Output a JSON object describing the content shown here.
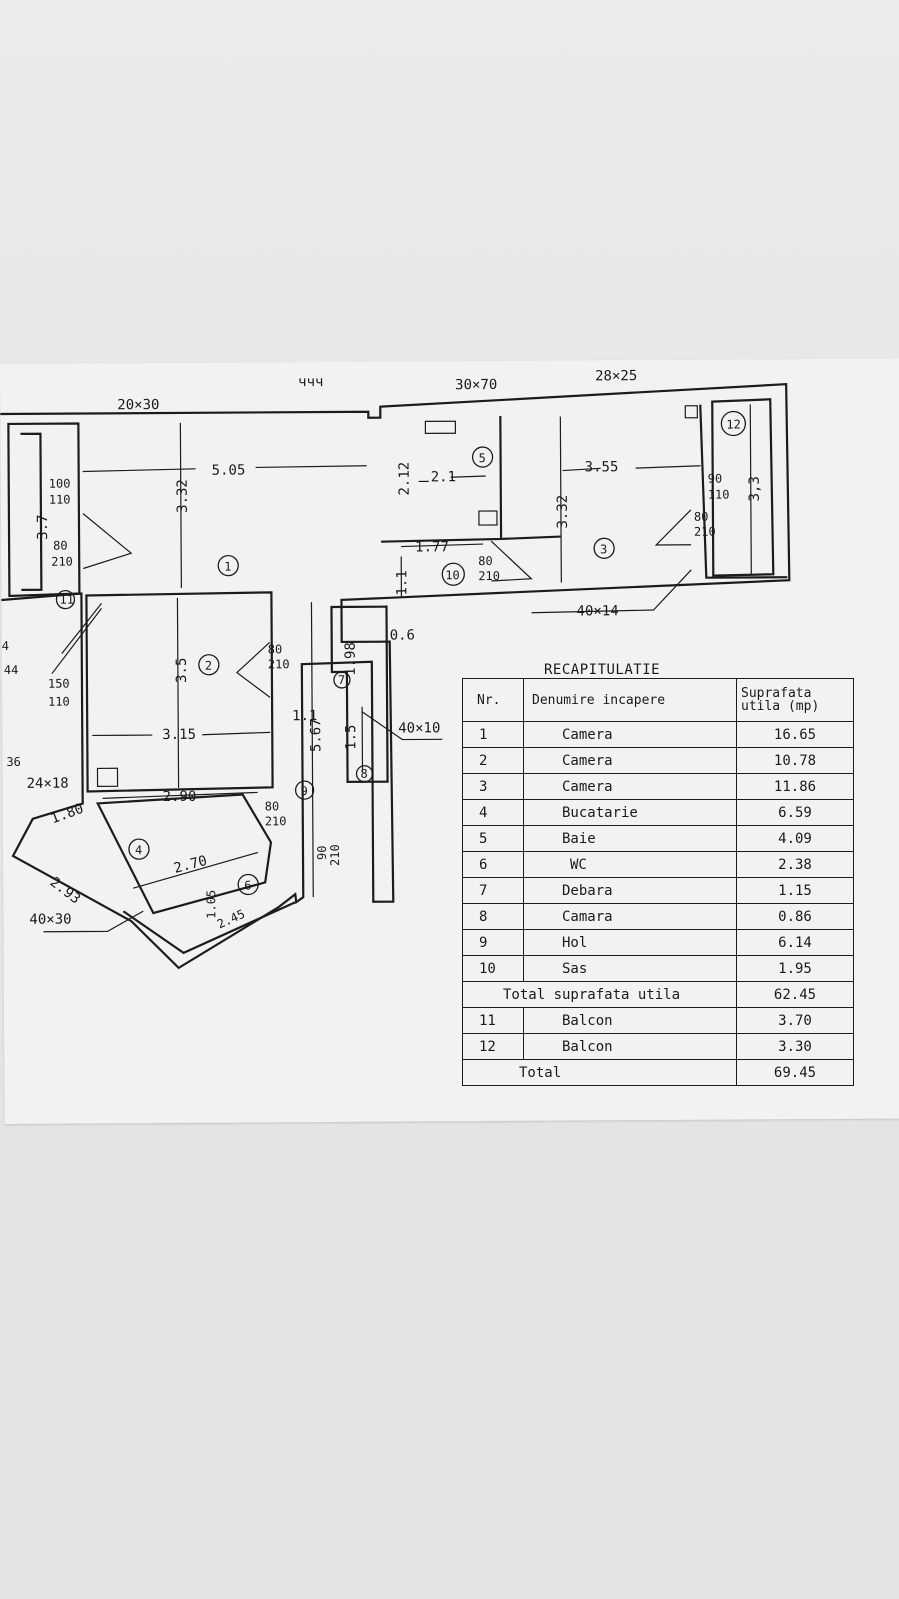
{
  "scribble": "ччч",
  "annotations": {
    "a20x30": "20×30",
    "a30x70": "30×70",
    "a28x25": "28×25",
    "a40x14": "40×14",
    "a40x10": "40×10",
    "a24x18": "24×18",
    "a40x30": "40×30",
    "a36": "36",
    "a4": "4",
    "a44": "44"
  },
  "dimensions": {
    "d505": "5.05",
    "d332a": "3.32",
    "d37": "3.7",
    "d100": "100",
    "d110a": "110",
    "d80a": "80",
    "d210a": "210",
    "d212": "2.12",
    "d21": "2.1",
    "d355": "3.55",
    "d332b": "3.32",
    "d90a": "90",
    "d110b": "110",
    "d33": "3,3",
    "d80b": "80",
    "d210b": "210",
    "d177": "1.77",
    "d11a": "1.1",
    "d80c": "80",
    "d210c": "210",
    "d06": "0.6",
    "d80d": "80",
    "d210d": "210",
    "d150": "150",
    "d110c": "110",
    "d35": "3.5",
    "d315": "3.15",
    "d11b": "1.1",
    "d567": "5.67",
    "d198": "1.98",
    "d15": "1.5",
    "d290": "2.90",
    "d180": "1.80",
    "d80e": "80",
    "d210e": "210",
    "d270": "2.70",
    "d293": "2.93",
    "d105": "1.05",
    "d245": "2.45",
    "d90b": "90",
    "d210f": "210"
  },
  "room_numbers": [
    "1",
    "2",
    "3",
    "4",
    "5",
    "6",
    "7",
    "8",
    "9",
    "10",
    "11",
    "12"
  ],
  "recap": {
    "title": "RECAPITULATIE",
    "headers": {
      "nr": "Nr.",
      "name": "Denumire incapere",
      "area": "Suprafata utila (mp)"
    },
    "rows": [
      {
        "nr": "1",
        "name": "Camera",
        "area": "16.65"
      },
      {
        "nr": "2",
        "name": "Camera",
        "area": "10.78"
      },
      {
        "nr": "3",
        "name": "Camera",
        "area": "11.86"
      },
      {
        "nr": "4",
        "name": "Bucatarie",
        "area": "6.59"
      },
      {
        "nr": "5",
        "name": "Baie",
        "area": "4.09"
      },
      {
        "nr": "6",
        "name": "WC",
        "area": "2.38"
      },
      {
        "nr": "7",
        "name": "Debara",
        "area": "1.15"
      },
      {
        "nr": "8",
        "name": "Camara",
        "area": "0.86"
      },
      {
        "nr": "9",
        "name": "Hol",
        "area": "6.14"
      },
      {
        "nr": "10",
        "name": "Sas",
        "area": "1.95"
      }
    ],
    "total_useful": {
      "label": "Total suprafata utila",
      "area": "62.45"
    },
    "balconies": [
      {
        "nr": "11",
        "name": "Balcon",
        "area": "3.70"
      },
      {
        "nr": "12",
        "name": "Balcon",
        "area": "3.30"
      }
    ],
    "total": {
      "label": "Total",
      "area": "69.45"
    }
  }
}
